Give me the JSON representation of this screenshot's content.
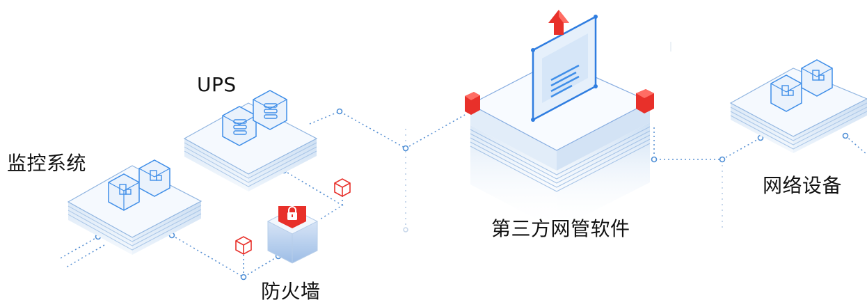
{
  "labels": {
    "ups": "UPS",
    "monitoring": "监控系统",
    "firewall": "防火墙",
    "management": "第三方网管软件",
    "network": "网络设备"
  },
  "colors": {
    "accent_blue": "#3f8ee8",
    "line_blue": "#4f8fd6",
    "platform_top": "#f4f8fd",
    "red": "#e8302a"
  },
  "icons": [
    "server-block-icon",
    "database-block-icon",
    "lock-icon",
    "cube-icon",
    "document-icon",
    "upload-arrow-icon"
  ]
}
